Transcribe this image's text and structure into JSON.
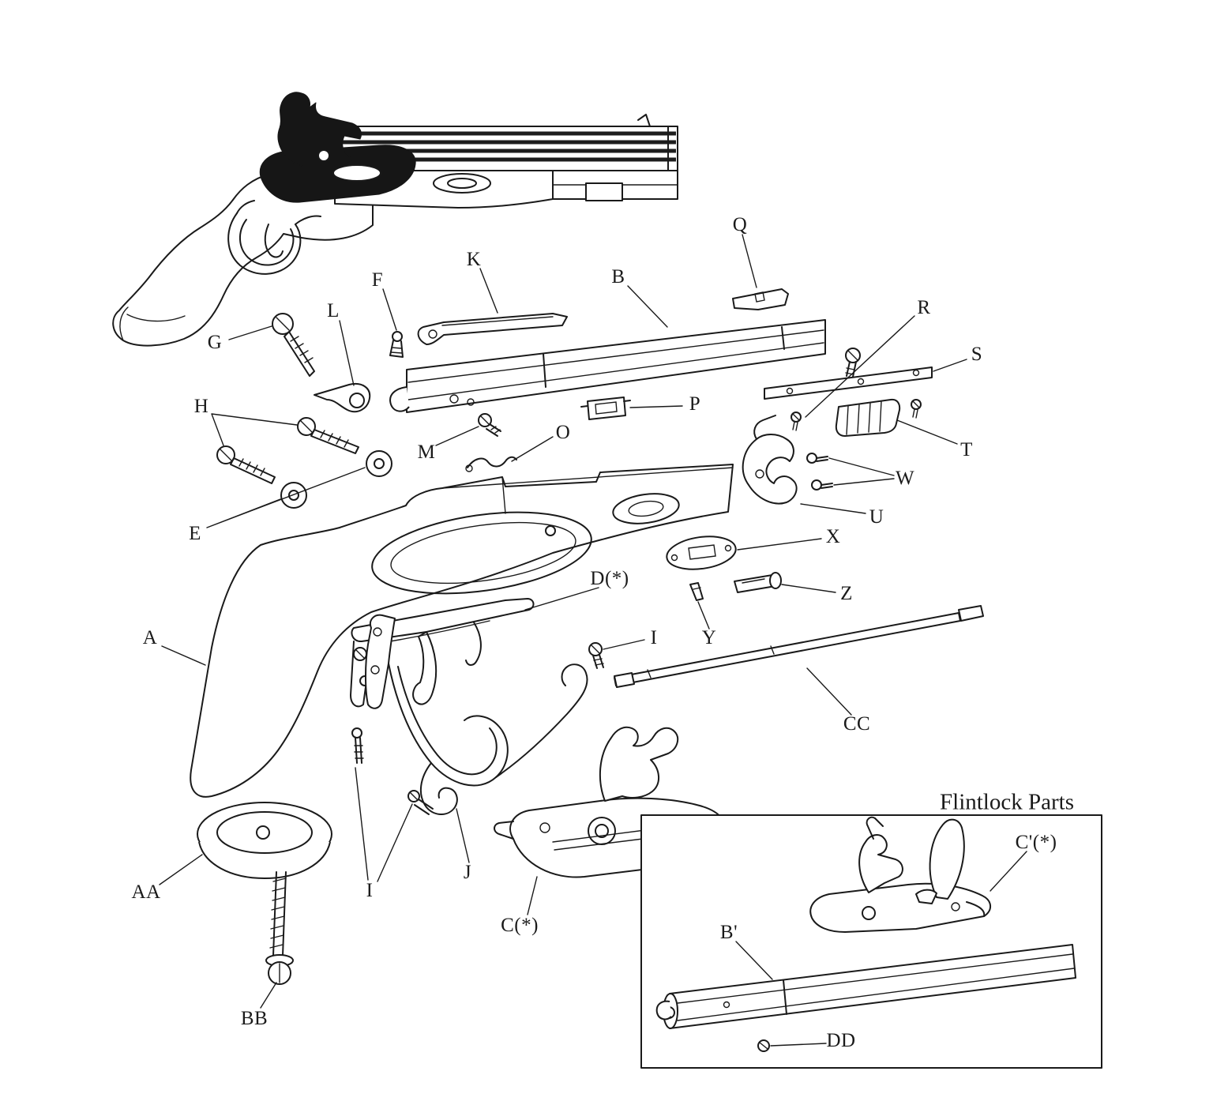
{
  "figure": {
    "kind": "exploded-parts-diagram",
    "subject": "black powder pistol"
  },
  "labels": {
    "A": "A",
    "B": "B",
    "C": "C(*)",
    "D": "D(*)",
    "E": "E",
    "F": "F",
    "G": "G",
    "H": "H",
    "I": "I",
    "J": "J",
    "K": "K",
    "L": "L",
    "M": "M",
    "O": "O",
    "P": "P",
    "Q": "Q",
    "R": "R",
    "S": "S",
    "T": "T",
    "U": "U",
    "W": "W",
    "X": "X",
    "Y": "Y",
    "Z": "Z",
    "AA": "AA",
    "BB": "BB",
    "CC": "CC"
  },
  "inset": {
    "title": "Flintlock Parts",
    "labels": {
      "B_prime": "B'",
      "C_prime": "C'(*)",
      "DD": "DD"
    }
  },
  "colors": {
    "ink": "#1a1a1a",
    "paper": "#ffffff"
  }
}
